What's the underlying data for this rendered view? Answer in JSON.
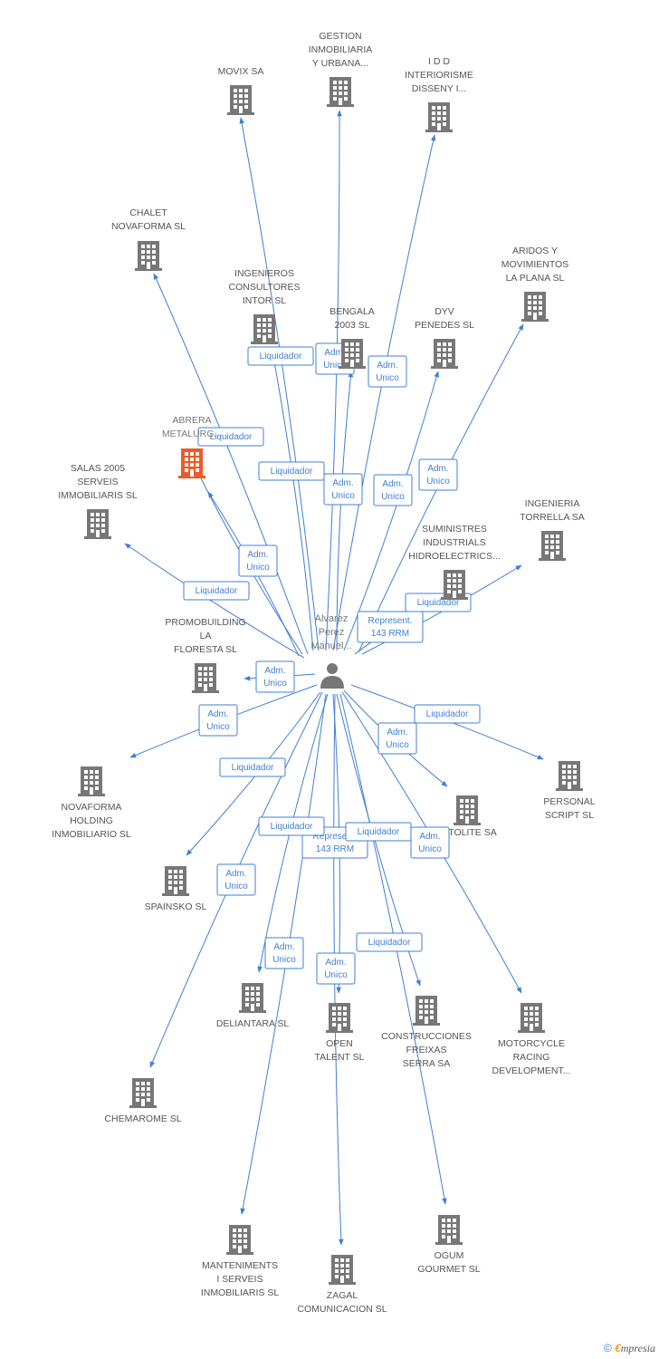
{
  "colors": {
    "edge": "#3f7fd6",
    "building": "#777777",
    "highlight": "#f05a28",
    "person": "#777777"
  },
  "center": {
    "name_lines": [
      "Alvarez",
      "Perez",
      "Manuel..."
    ],
    "icon": "person-icon"
  },
  "nodes": [
    {
      "id": "movix",
      "lines": [
        "MOVIX SA"
      ]
    },
    {
      "id": "gestion",
      "lines": [
        "GESTION",
        "INMOBILIARIA",
        "Y URBANA..."
      ]
    },
    {
      "id": "idd",
      "lines": [
        "I D D",
        "INTERIORISME",
        "DISSENY I..."
      ]
    },
    {
      "id": "chalet",
      "lines": [
        "CHALET",
        "NOVAFORMA SL"
      ]
    },
    {
      "id": "aridos",
      "lines": [
        "ARIDOS Y",
        "MOVIMIENTOS",
        "LA PLANA SL"
      ]
    },
    {
      "id": "ingenieros",
      "lines": [
        "INGENIEROS",
        "CONSULTORES",
        "INTOR SL"
      ]
    },
    {
      "id": "bengala",
      "lines": [
        "BENGALA",
        "2003 SL"
      ]
    },
    {
      "id": "dyv",
      "lines": [
        "DYV",
        "PENEDES SL"
      ]
    },
    {
      "id": "abrera",
      "lines": [
        "ABRERA",
        "METALURG..."
      ],
      "highlight": true
    },
    {
      "id": "salas",
      "lines": [
        "SALAS 2005",
        "SERVEIS",
        "IMMOBILIARIS SL"
      ]
    },
    {
      "id": "ingenieria",
      "lines": [
        "INGENIERIA",
        "TORRELLA SA"
      ]
    },
    {
      "id": "suministres",
      "lines": [
        "SUMINISTRES",
        "INDUSTRIALS",
        "HIDROELECTRICS..."
      ]
    },
    {
      "id": "promobuilding",
      "lines": [
        "PROMOBUILDING",
        "LA",
        "FLORESTA SL"
      ]
    },
    {
      "id": "novaforma_holding",
      "lines": [
        "NOVAFORMA",
        "HOLDING",
        "INMOBILIARIO SL"
      ]
    },
    {
      "id": "personal",
      "lines": [
        "PERSONAL",
        "SCRIPT SL"
      ]
    },
    {
      "id": "tolite",
      "lines": [
        "TOLITE SA"
      ]
    },
    {
      "id": "spainsko",
      "lines": [
        "SPAINSKO SL"
      ]
    },
    {
      "id": "deliantara",
      "lines": [
        "DELIANTARA SL"
      ]
    },
    {
      "id": "open_talent",
      "lines": [
        "OPEN",
        "TALENT SL"
      ]
    },
    {
      "id": "construcciones",
      "lines": [
        "CONSTRUCCIONES",
        "FREIXAS",
        "SERRA SA"
      ]
    },
    {
      "id": "motorcycle",
      "lines": [
        "MOTORCYCLE",
        "RACING",
        "DEVELOPMENT..."
      ]
    },
    {
      "id": "chemarome",
      "lines": [
        "CHEMAROME SL"
      ]
    },
    {
      "id": "manteniments",
      "lines": [
        "MANTENIMENTS",
        "I SERVEIS",
        "INMOBILIARIS SL"
      ]
    },
    {
      "id": "zagal",
      "lines": [
        "ZAGAL",
        "COMUNICACION SL"
      ]
    },
    {
      "id": "ogum",
      "lines": [
        "OGUM",
        "GOURMET SL"
      ]
    }
  ],
  "edges": [
    {
      "to": "movix",
      "label_lines": []
    },
    {
      "to": "gestion",
      "label_lines": [
        "Adm.",
        "Unico"
      ]
    },
    {
      "to": "idd",
      "label_lines": [
        "Adm.",
        "Unico"
      ]
    },
    {
      "to": "chalet",
      "label_lines": [
        "Liquidador"
      ]
    },
    {
      "to": "aridos",
      "label_lines": [
        "Adm.",
        "Unico"
      ]
    },
    {
      "to": "ingenieros",
      "label_lines": [
        "Liquidador"
      ]
    },
    {
      "to": "bengala",
      "label_lines": [
        "Adm.",
        "Unico"
      ]
    },
    {
      "to": "dyv",
      "label_lines": [
        "Adm.",
        "Unico"
      ]
    },
    {
      "to": "abrera",
      "label_lines": [
        "Liquidador"
      ]
    },
    {
      "to": "abrera2",
      "label_lines": [
        "Adm.",
        "Unico"
      ]
    },
    {
      "to": "salas",
      "label_lines": [
        "Liquidador"
      ]
    },
    {
      "to": "ingenieria",
      "label_lines": [
        "Liquidador"
      ]
    },
    {
      "to": "suministres",
      "label_lines": [
        "Represent.",
        "143 RRM"
      ]
    },
    {
      "to": "promobuilding",
      "label_lines": [
        "Adm.",
        "Unico"
      ]
    },
    {
      "to": "novaforma_holding",
      "label_lines": [
        "Adm.",
        "Unico"
      ]
    },
    {
      "to": "personal",
      "label_lines": [
        "Liquidador"
      ]
    },
    {
      "to": "tolite",
      "label_lines": [
        "Adm.",
        "Unico"
      ]
    },
    {
      "to": "spainsko",
      "label_lines": [
        "Liquidador"
      ]
    },
    {
      "to": "deliantara",
      "label_lines": [
        "Adm.",
        "Unico"
      ]
    },
    {
      "to": "open_talent",
      "label_lines": [
        "Represent.",
        "143 RRM"
      ]
    },
    {
      "to": "construcciones",
      "label_lines": [
        "Liquidador"
      ]
    },
    {
      "to": "motorcycle",
      "label_lines": [
        "Adm.",
        "Unico"
      ]
    },
    {
      "to": "chemarome",
      "label_lines": [
        "Adm.",
        "Unico"
      ]
    },
    {
      "to": "manteniments",
      "label_lines": [
        "Liquidador"
      ]
    },
    {
      "to": "zagal",
      "label_lines": [
        "Adm.",
        "Unico"
      ]
    },
    {
      "to": "ogum",
      "label_lines": [
        "Liquidador"
      ]
    }
  ],
  "footer": {
    "copyright": "©",
    "brand_initial": "€",
    "brand_rest": "mpresia"
  }
}
